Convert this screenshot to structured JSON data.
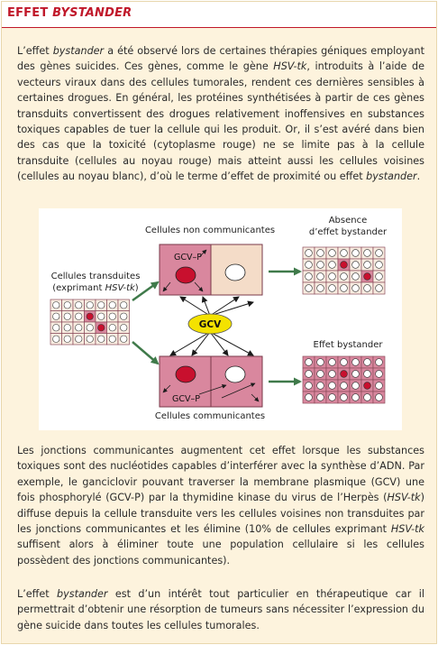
{
  "box": {
    "title_main": "EFFET",
    "title_italic": "BYSTANDER",
    "para1": {
      "p1": "L’effet ",
      "i1": "bystander",
      "p2": " a été observé lors de certaines thérapies géniques employant des gènes suicides. Ces gènes, comme le gène ",
      "i2": "HSV-tk",
      "p3": ", introduits à l’aide de vecteurs viraux dans des cellules tumorales, rendent ces dernières sensibles à certaines drogues. En général, les protéines synthétisées à partir de ces gènes transduits convertissent des drogues relativement inoffensives en substances toxiques capables de tuer la cellule qui les produit. Or, il s’est avéré dans bien des cas que la toxicité (cytoplasme rouge) ne se limite pas à la cellule transduite (cellules au noyau rouge) mais atteint aussi les cellules voisines (cellules au noyau blanc), d’où le terme d’effet de proximité ou effet ",
      "i3": "bystander",
      "p4": "."
    },
    "para2": {
      "p1": "Les jonctions communicantes augmentent cet effet lorsque les substances toxiques sont des nucléotides capables d’interférer avec la synthèse d’ADN. Par exemple, le ganciclovir pouvant traverser la membrane plasmique (GCV) une fois phosphorylé (GCV-P) par la thymidine kinase du virus de l’Herpès (",
      "i1": "HSV-tk",
      "p2": ") diffuse depuis la cellule transduite vers les cellules voisines non transduites par les jonctions communicantes et les élimine (10% de cellules exprimant ",
      "i2": "HSV-tk",
      "p3": " suffisent alors à éliminer toute une population cellulaire si les cellules possèdent des jonctions communicantes)."
    },
    "para3": {
      "p1": "L’effet ",
      "i1": "bystander",
      "p2": " est d’un intérêt tout particulier en thérapeutique car il permettrait d’obtenir une résorption de tumeurs sans nécessiter l’expression du gène suicide dans toutes les cellules tumorales."
    }
  },
  "figure": {
    "label_non_comm": "Cellules non communicantes",
    "label_comm": "Cellules communicantes",
    "label_transduced_1": "Cellules transduites",
    "label_transduced_2": "(exprimant ",
    "label_transduced_2i": "HSV-tk",
    "label_transduced_2e": ")",
    "label_absence_1": "Absence",
    "label_absence_2": "d’effet bystander",
    "label_effect": "Effet bystander",
    "gcvp_top": "GCV–P",
    "gcvp_bottom": "GCV–P",
    "gcv": "GCV"
  },
  "colors": {
    "accent": "#c0182a",
    "box_bg": "#fdf3dd",
    "cell_pink": "#d9879e",
    "cell_pale": "#f4dcc8",
    "nucleus_red": "#c8102e",
    "gcv_yellow": "#f4e200",
    "arrow_green": "#3f7a4a"
  }
}
